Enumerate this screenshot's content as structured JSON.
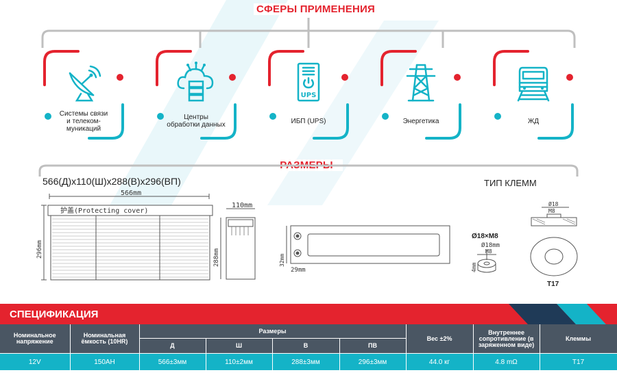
{
  "applications": {
    "heading": "СФЕРЫ ПРИМЕНЕНИЯ",
    "items": [
      {
        "label": "Системы связи\nи телеком-\nмуникаций",
        "icon": "satellite-dish-icon"
      },
      {
        "label": "Центры\nобработки данных",
        "icon": "cloud-server-icon"
      },
      {
        "label": "ИБП (UPS)",
        "icon": "ups-icon",
        "badge": "UPS"
      },
      {
        "label": "Энергетика",
        "icon": "power-tower-icon"
      },
      {
        "label": "ЖД",
        "icon": "train-icon"
      }
    ]
  },
  "dimensions": {
    "heading": "РАЗМЕРЫ",
    "summary": "566(Д)x110(Ш)x288(В)x296(ВП)",
    "terminal_type_label": "ТИП КЛЕММ"
  },
  "drawings": {
    "front": {
      "length": "566mm",
      "cover_label": "护盖(Protecting cover)",
      "height": "296mm"
    },
    "side": {
      "width": "110mm",
      "height": "288mm"
    },
    "top": {
      "dim_a": "32mm",
      "dim_b": "29mm"
    },
    "terminal_small": {
      "thread": "Ø18×M8",
      "diameter": "Ø18mm",
      "bolt": "M8",
      "depth": "4mm"
    },
    "terminal_large": {
      "diameter": "Ø18",
      "bolt": "M8",
      "name": "T17"
    }
  },
  "spec": {
    "heading": "СПЕЦИФИКАЦИЯ",
    "headers": {
      "voltage": "Номинальное напряжение",
      "capacity": "Номинальная ёмкость (10HR)",
      "dimensions": "Размеры",
      "d": "Д",
      "w": "Ш",
      "h": "В",
      "th": "ПВ",
      "weight": "Вес ±2%",
      "resistance": "Внутреннее сопротивление (в заряженном виде)",
      "terminals": "Клеммы"
    },
    "row": {
      "voltage": "12V",
      "capacity": "150AH",
      "d": "566±3мм",
      "w": "110±2мм",
      "h": "288±3мм",
      "th": "296±3мм",
      "weight": "44.0 кг",
      "resistance": "4.8 mΩ",
      "terminals": "T17"
    }
  },
  "colors": {
    "red": "#e4232e",
    "teal": "#14b3c7",
    "gray_header": "#4a5663",
    "bracket": "#bfbfbf",
    "navy": "#1f3a57"
  }
}
